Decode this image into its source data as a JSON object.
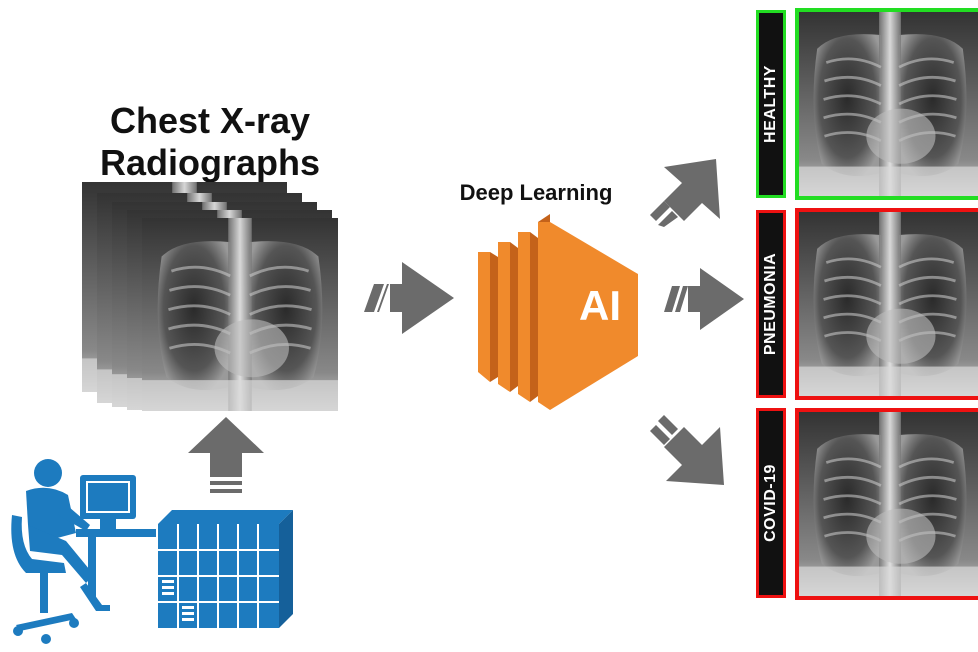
{
  "title_line1": "Chest X-ray",
  "title_line2": "Radiographs",
  "model_label": "Deep Learning",
  "ai_text": "AI",
  "outputs": [
    {
      "label": "HEALTHY",
      "color": "#22dd22"
    },
    {
      "label": "PNEUMONIA",
      "color": "#ee1111"
    },
    {
      "label": "COVID-19",
      "color": "#ee1111"
    }
  ],
  "colors": {
    "arrow": "#6b6b6b",
    "ai_orange": "#f08a2c",
    "ai_orange_dark": "#c4621a",
    "device_blue": "#1d7bbf"
  },
  "icons": [
    "radiologist-workstation-icon",
    "server-rack-icon"
  ]
}
